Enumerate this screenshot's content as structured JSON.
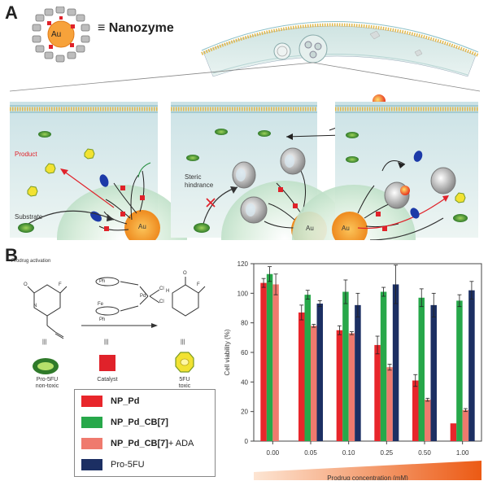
{
  "panelA": {
    "letter": "A",
    "nanozyme_core_label": "Au",
    "equiv_label": "≡ Nanozyme",
    "left_panel": {
      "product_label": "Product",
      "substrate_label": "Substrate",
      "core_label": "Au"
    },
    "middle_panel": {
      "steric_label": "Steric\nhindrance",
      "core_label": "Au"
    },
    "right_panel": {
      "core_label": "Au"
    }
  },
  "panelB": {
    "letter": "B",
    "scheme": {
      "title": "Prodrug activation",
      "prodrug_name": "Pro-5FU",
      "prodrug_desc": "non-toxic",
      "catalyst_label": "Catalyst",
      "drug_name": "5FU",
      "drug_desc": "toxic",
      "fe_label": "Fe",
      "pd_label": "Pd",
      "cl1": "Cl",
      "cl2": "Cl",
      "ph": "Ph",
      "f_label": "F",
      "o_label": "O",
      "n_label": "N",
      "h_label": "H",
      "eq_symbol": "|||"
    },
    "legend": [
      {
        "label": "NP_Pd",
        "suffix": "",
        "color": "#e8262b"
      },
      {
        "label": "NP_Pd_CB[7]",
        "suffix": "",
        "color": "#27a84a"
      },
      {
        "label": "NP_Pd_CB[7]",
        "suffix": " + ADA",
        "color": "#ef7a6e"
      },
      {
        "label": "Pro-5FU",
        "suffix": "",
        "color": "#1c2f63",
        "normal": true
      }
    ]
  },
  "chart_data": {
    "type": "bar",
    "ylabel": "Cell viability (%)",
    "xlabel": "Prodrug concentration (mM)",
    "categories": [
      "0.00",
      "0.05",
      "0.10",
      "0.25",
      "0.50",
      "1.00"
    ],
    "ylim": [
      0,
      120
    ],
    "yticks": [
      "0",
      "20",
      "40",
      "60",
      "80",
      "100",
      "120"
    ],
    "series": [
      {
        "name": "NP_Pd",
        "color": "#e8262b",
        "values": [
          107,
          87,
          75,
          65,
          41,
          12
        ],
        "errors": [
          3,
          5,
          3,
          6,
          4,
          0
        ]
      },
      {
        "name": "NP_Pd_CB[7]",
        "color": "#27a84a",
        "values": [
          113,
          99,
          101,
          101,
          97,
          95
        ],
        "errors": [
          5,
          3,
          8,
          3,
          6,
          4
        ]
      },
      {
        "name": "NP_Pd_CB[7] + ADA",
        "color": "#ef7a6e",
        "values": [
          106,
          78,
          73,
          50,
          28,
          21
        ],
        "errors": [
          7,
          1,
          1,
          2,
          1,
          1
        ]
      },
      {
        "name": "Pro-5FU",
        "color": "#1c2f63",
        "values": [
          0,
          93,
          92,
          106,
          92,
          102
        ],
        "errors": [
          0,
          2,
          8,
          13,
          8,
          6
        ]
      }
    ]
  }
}
